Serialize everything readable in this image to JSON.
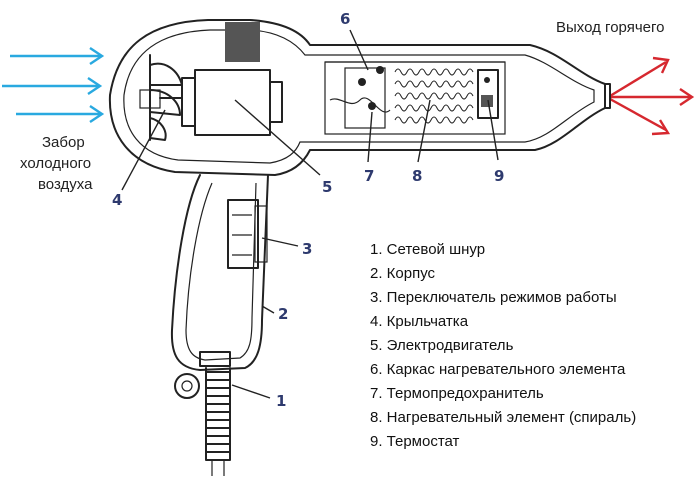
{
  "labels": {
    "intake": [
      "Забор",
      "холодного",
      "воздуха"
    ],
    "outlet": "Выход горячего"
  },
  "callouts": [
    "1",
    "2",
    "3",
    "4",
    "5",
    "6",
    "7",
    "8",
    "9"
  ],
  "legend": [
    "1. Сетевой шнур",
    "2. Корпус",
    "3. Переключатель режимов работы",
    "4. Крыльчатка",
    "5. Электродвигатель",
    "6. Каркас нагревательного элемента",
    "7. Термопредохранитель",
    "8. Нагревательный элемент (спираль)",
    "9. Термостат"
  ],
  "colors": {
    "intake_arrows": "#29a9e0",
    "outlet_arrows": "#d6282f",
    "callout_numbers": "#2e3a6e"
  }
}
